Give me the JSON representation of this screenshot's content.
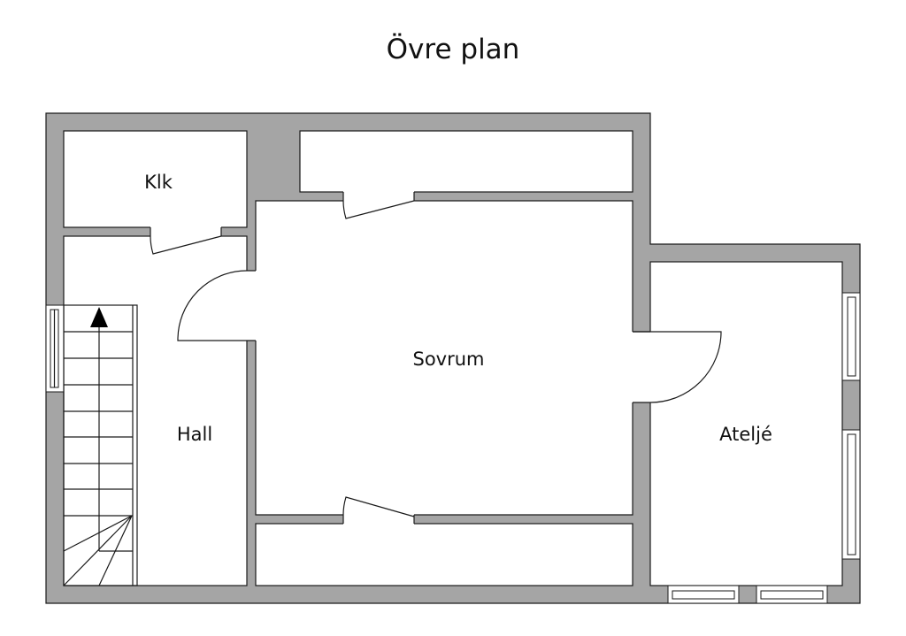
{
  "title": "Övre plan",
  "rooms": {
    "klk": "Klk",
    "hall": "Hall",
    "sovrum": "Sovrum",
    "atelje": "Ateljé"
  },
  "colors": {
    "wall": "#a5a5a5",
    "line": "#1a1a1a",
    "background": "#ffffff"
  }
}
